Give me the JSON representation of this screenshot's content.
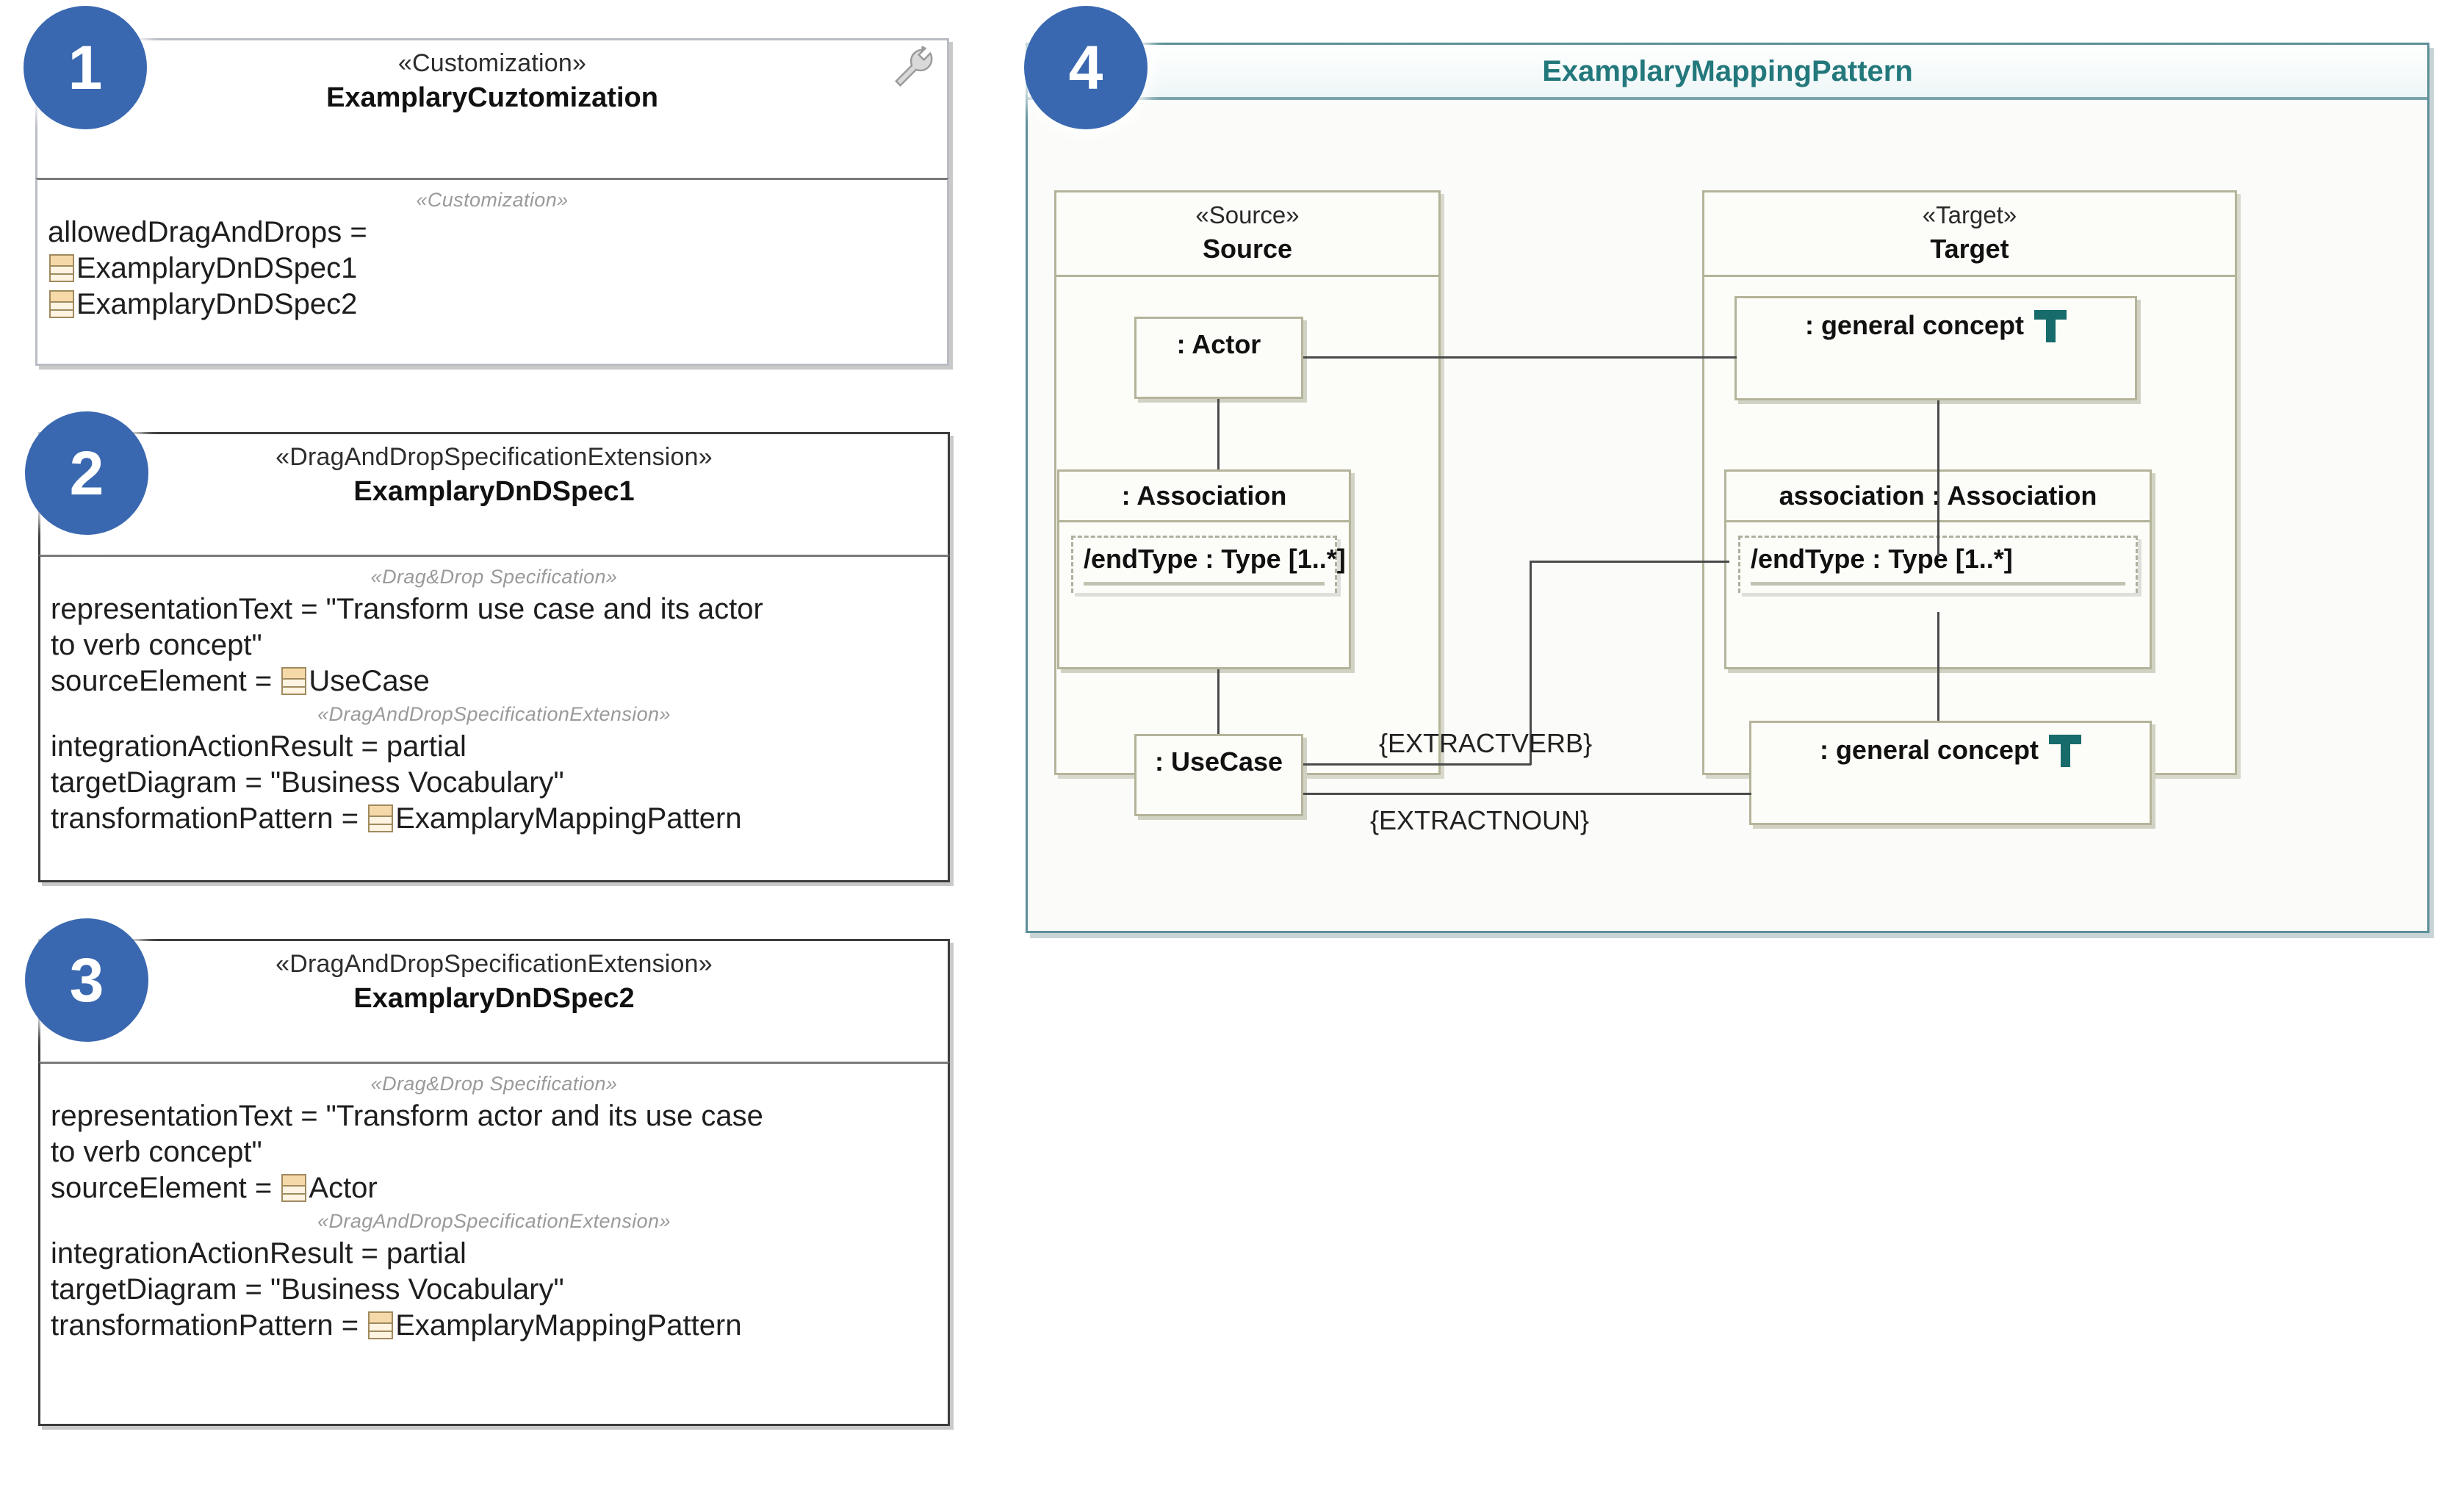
{
  "badges": {
    "one": "1",
    "two": "2",
    "three": "3",
    "four": "4"
  },
  "colors": {
    "badge_blue": "#3a68b0",
    "pattern_teal": "#23787c",
    "t_icon_teal": "#176b6b",
    "class_icon_tan": "#f6d9a8",
    "box_border": "#3c3c3c"
  },
  "box1": {
    "stereotype": "«Customization»",
    "name": "ExamplaryCuztomization",
    "compartment_stereotype": "«Customization»",
    "attribute_label": "allowedDragAndDrops =",
    "values": [
      "ExamplaryDnDSpec1",
      "ExamplaryDnDSpec2"
    ],
    "tool_icon": "wrench-icon"
  },
  "box2": {
    "stereotype": "«DragAndDropSpecificationExtension»",
    "name": "ExamplaryDnDSpec1",
    "compartment_stereotype": "«Drag&Drop Specification»",
    "representation_text_line1": "representationText = \"Transform use case and its actor",
    "representation_text_line2": "to verb concept\"",
    "source_element_label": "sourceElement = ",
    "source_element_value": "UseCase",
    "ext_stereotype": "«DragAndDropSpecificationExtension»",
    "integration_action_result": "integrationActionResult = partial",
    "target_diagram": "targetDiagram = \"Business Vocabulary\"",
    "transformation_pattern_label": "transformationPattern = ",
    "transformation_pattern_value": "ExamplaryMappingPattern"
  },
  "box3": {
    "stereotype": "«DragAndDropSpecificationExtension»",
    "name": "ExamplaryDnDSpec2",
    "compartment_stereotype": "«Drag&Drop Specification»",
    "representation_text_line1": "representationText = \"Transform actor and its use case",
    "representation_text_line2": "to verb concept\"",
    "source_element_label": "sourceElement = ",
    "source_element_value": "Actor",
    "ext_stereotype": "«DragAndDropSpecificationExtension»",
    "integration_action_result": "integrationActionResult = partial",
    "target_diagram": "targetDiagram = \"Business Vocabulary\"",
    "transformation_pattern_label": "transformationPattern = ",
    "transformation_pattern_value": "ExamplaryMappingPattern"
  },
  "pattern": {
    "title": "ExamplaryMappingPattern",
    "source": {
      "stereotype": "«Source»",
      "name": "Source",
      "nodes": {
        "actor": ": Actor",
        "association_title": ": Association",
        "association_slot": "/endType : Type [1..*]",
        "usecase": ": UseCase"
      }
    },
    "target": {
      "stereotype": "«Target»",
      "name": "Target",
      "nodes": {
        "concept_top": ": general concept",
        "association_title": "association : Association",
        "association_slot": "/endType : Type [1..*]",
        "concept_bottom": ": general concept"
      }
    },
    "connector_labels": {
      "verb": "{EXTRACTVERB}",
      "noun": "{EXTRACTNOUN}"
    }
  }
}
